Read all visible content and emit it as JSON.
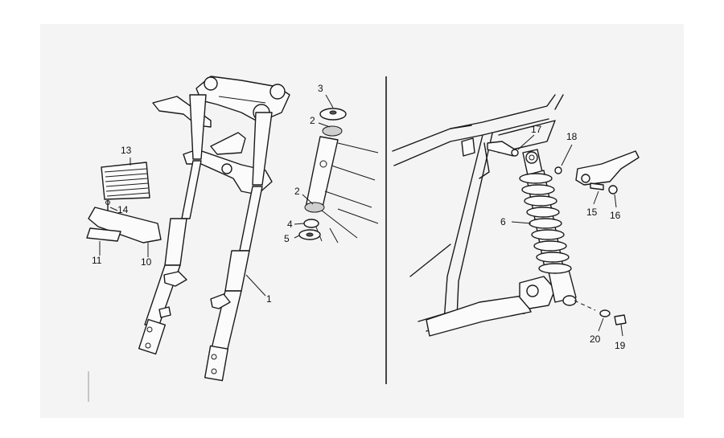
{
  "diagram": {
    "callouts": [
      {
        "id": "c1",
        "text": "1"
      },
      {
        "id": "c2a",
        "text": "2"
      },
      {
        "id": "c3",
        "text": "3"
      },
      {
        "id": "c2b",
        "text": "2"
      },
      {
        "id": "c4",
        "text": "4"
      },
      {
        "id": "c5",
        "text": "5"
      },
      {
        "id": "c13",
        "text": "13"
      },
      {
        "id": "c14",
        "text": "14"
      },
      {
        "id": "c11",
        "text": "11"
      },
      {
        "id": "c10",
        "text": "10"
      },
      {
        "id": "c17",
        "text": "17"
      },
      {
        "id": "c18",
        "text": "18"
      },
      {
        "id": "c6",
        "text": "6"
      },
      {
        "id": "c15",
        "text": "15"
      },
      {
        "id": "c16",
        "text": "16"
      },
      {
        "id": "c20",
        "text": "20"
      },
      {
        "id": "c19",
        "text": "19"
      }
    ]
  }
}
